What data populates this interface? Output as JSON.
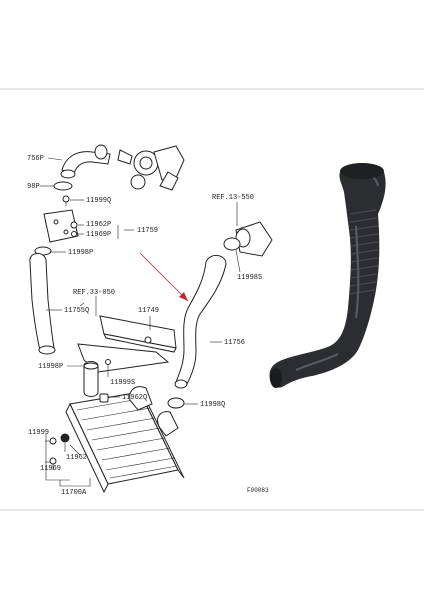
{
  "labels": {
    "756P": "756P",
    "98P": "98P",
    "11999Q_top": "11999Q",
    "11962P": "11962P",
    "11969P": "11969P",
    "11759": "11759",
    "11998P": "11998P",
    "ref13": "REF.13-550",
    "11998S": "11998S",
    "ref33": "REF.33-050",
    "11755Q": "11755Q",
    "11749": "11749",
    "11756": "11756",
    "11998P_b": "11998P",
    "11999S": "11999S",
    "11962Q": "11962Q",
    "11998Q": "11998Q",
    "11999": "11999",
    "11962": "11962",
    "11969": "11969",
    "11700A": "11700A",
    "code": "F00083"
  },
  "colors": {
    "arrow": "#c0282d",
    "hose_photo": "#2b2d30",
    "line_art": "#222222"
  }
}
